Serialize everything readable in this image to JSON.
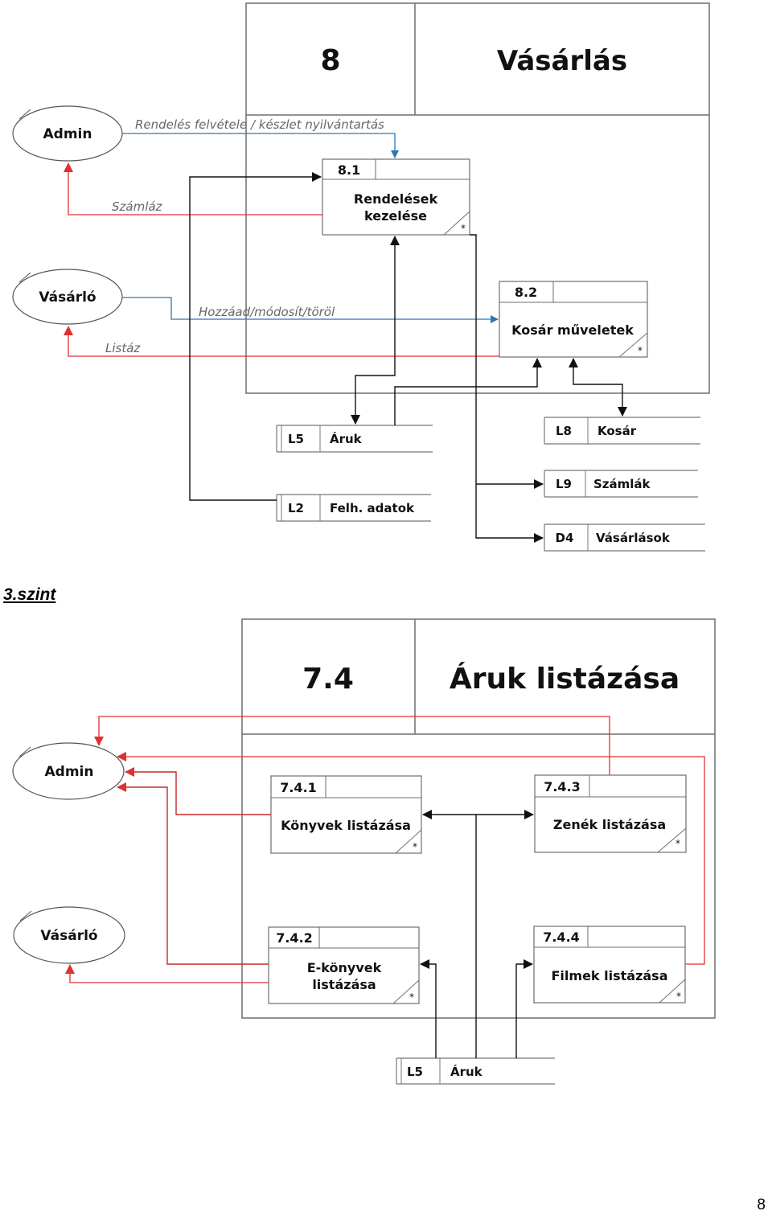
{
  "colors": {
    "control": "#2e75b6",
    "data_out": "#e03030",
    "data_flow": "#111111",
    "border": "#6e6e6e"
  },
  "diagram1": {
    "process_number": "8",
    "process_name": "Vásárlás",
    "entities": {
      "admin": "Admin",
      "vasarlo": "Vásárló"
    },
    "processes": [
      {
        "id": "8.1",
        "name_line1": "Rendelések",
        "name_line2": "kezelése",
        "marker": "*"
      },
      {
        "id": "8.2",
        "name": "Kosár műveletek",
        "marker": "*"
      }
    ],
    "stores": [
      {
        "id": "L5",
        "name": "Áruk"
      },
      {
        "id": "L2",
        "name": "Felh. adatok"
      },
      {
        "id": "L8",
        "name": "Kosár"
      },
      {
        "id": "L9",
        "name": "Számlák"
      },
      {
        "id": "D4",
        "name": "Vásárlások"
      }
    ],
    "flows": {
      "rendeles": "Rendelés felvétele / készlet nyilvántartás",
      "szamlaz": "Számláz",
      "hozzaad": "Hozzáad/módosít/töröl",
      "listaz": "Listáz"
    }
  },
  "section_heading": "3.szint",
  "diagram2": {
    "process_number": "7.4",
    "process_name": "Áruk listázása",
    "entities": {
      "admin": "Admin",
      "vasarlo": "Vásárló"
    },
    "processes": [
      {
        "id": "7.4.1",
        "name": "Könyvek listázása",
        "marker": "*"
      },
      {
        "id": "7.4.3",
        "name": "Zenék listázása",
        "marker": "*"
      },
      {
        "id": "7.4.2",
        "name_line1": "E-könyvek",
        "name_line2": "listázása",
        "marker": "*"
      },
      {
        "id": "7.4.4",
        "name": "Filmek listázása",
        "marker": "*"
      }
    ],
    "stores": [
      {
        "id": "L5",
        "name": "Áruk"
      }
    ]
  },
  "page_number": "8"
}
